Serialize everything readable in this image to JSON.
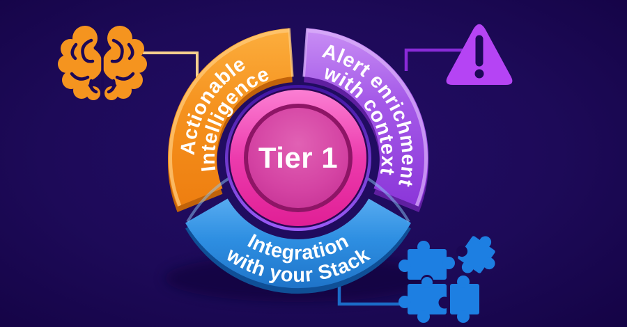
{
  "diagram": {
    "center_label": "Tier 1",
    "segments": [
      {
        "id": "actionable-intelligence",
        "line1": "Actionable",
        "line2": "Intelligence",
        "color": "#f5911e",
        "icon": "brain-icon"
      },
      {
        "id": "alert-enrichment",
        "line1": "Alert enrichment",
        "line2": "with context",
        "color": "#9d4ce4",
        "icon": "warning-triangle-icon"
      },
      {
        "id": "integration",
        "line1": "Integration",
        "line2": "with your Stack",
        "color": "#2b8ede",
        "icon": "puzzle-pieces-icon"
      }
    ]
  },
  "colors": {
    "background": "#1d0956",
    "orange_segment": "#f5911e",
    "purple_segment": "#9d4ce4",
    "blue_segment": "#2b8ede",
    "pink_button": "#e7309f",
    "violet_rim": "#8b45f2",
    "brain_icon": "#f5941f",
    "warning_triangle_icon": "#b544f4",
    "puzzle_icon": "#1d7fe2",
    "label_text": "#ffffff"
  }
}
